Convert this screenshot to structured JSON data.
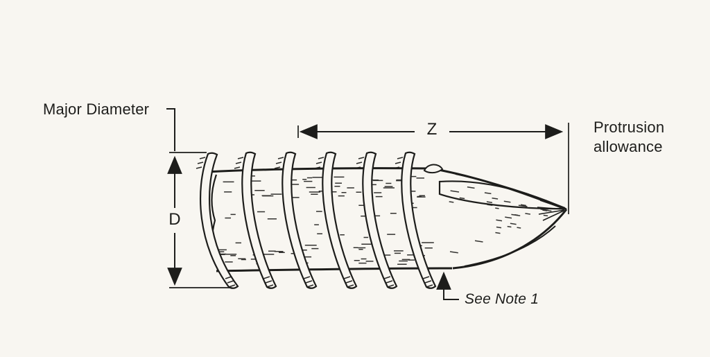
{
  "diagram": {
    "labels": {
      "major_diameter": "Major Diameter",
      "d": "D",
      "z": "Z",
      "protrusion": "Protrusion allowance",
      "see_note": "See Note 1"
    },
    "colors": {
      "ink": "#1d1d1b",
      "background": "#f8f6f1"
    }
  }
}
